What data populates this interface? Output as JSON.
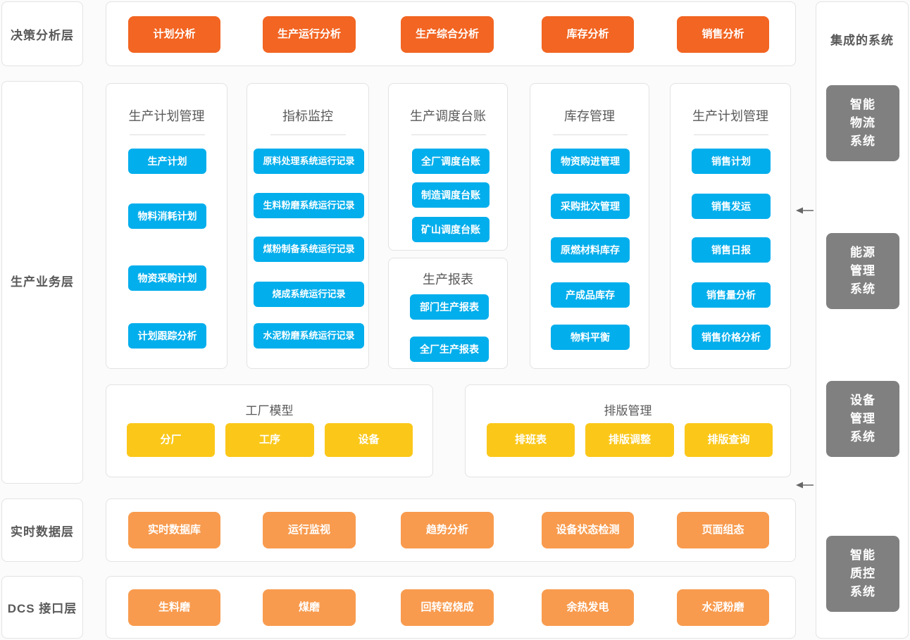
{
  "layers": {
    "decision": "决策分析层",
    "business": "生产业务层",
    "realtime": "实时数据层",
    "dcs": "DCS 接口层"
  },
  "decision_items": [
    "计划分析",
    "生产运行分析",
    "生产综合分析",
    "库存分析",
    "销售分析"
  ],
  "groups": [
    {
      "title": "生产计划管理",
      "items": [
        "生产计划",
        "物料消耗计划",
        "物资采购计划",
        "计划跟踪分析"
      ]
    },
    {
      "title": "指标监控",
      "items": [
        "原料处理系统运行记录",
        "生料粉磨系统运行记录",
        "煤粉制备系统运行记录",
        "烧成系统运行记录",
        "水泥粉磨系统运行记录"
      ]
    },
    {
      "title": "生产调度台账",
      "items": [
        "全厂调度台账",
        "制造调度台账",
        "矿山调度台账"
      ]
    },
    {
      "title": "生产报表",
      "items": [
        "部门生产报表",
        "全厂生产报表"
      ]
    },
    {
      "title": "库存管理",
      "items": [
        "物资购进管理",
        "采购批次管理",
        "原燃材料库存",
        "产成品库存",
        "物料平衡"
      ]
    },
    {
      "title": "生产计划管理",
      "items": [
        "销售计划",
        "销售发运",
        "销售日报",
        "销售量分析",
        "销售价格分析"
      ]
    }
  ],
  "model_group": {
    "title": "工厂模型",
    "items": [
      "分厂",
      "工序",
      "设备"
    ]
  },
  "schedule_group": {
    "title": "排版管理",
    "items": [
      "排班表",
      "排版调整",
      "排版查询"
    ]
  },
  "realtime_items": [
    "实时数据库",
    "运行监视",
    "趋势分析",
    "设备状态检测",
    "页面组态"
  ],
  "dcs_items": [
    "生料磨",
    "煤磨",
    "回转窑烧成",
    "余热发电",
    "水泥粉磨"
  ],
  "integrated": {
    "title": "集成的系统",
    "systems": [
      {
        "lines": [
          "智能",
          "物流",
          "系统"
        ]
      },
      {
        "lines": [
          "能源",
          "管理",
          "系统"
        ]
      },
      {
        "lines": [
          "设备",
          "管理",
          "系统"
        ]
      },
      {
        "lines": [
          "智能",
          "质控",
          "系统"
        ]
      }
    ]
  },
  "colors": {
    "decision_chip": "#f26522",
    "business_chip": "#03aeec",
    "model_chip": "#fbc81a",
    "realtime_chip": "#f89b4e",
    "system_box": "#808080",
    "page_bg": "#fbfbfb",
    "card_bg": "#ffffff",
    "card_border": "#e3e3e3",
    "text": "#595959"
  }
}
